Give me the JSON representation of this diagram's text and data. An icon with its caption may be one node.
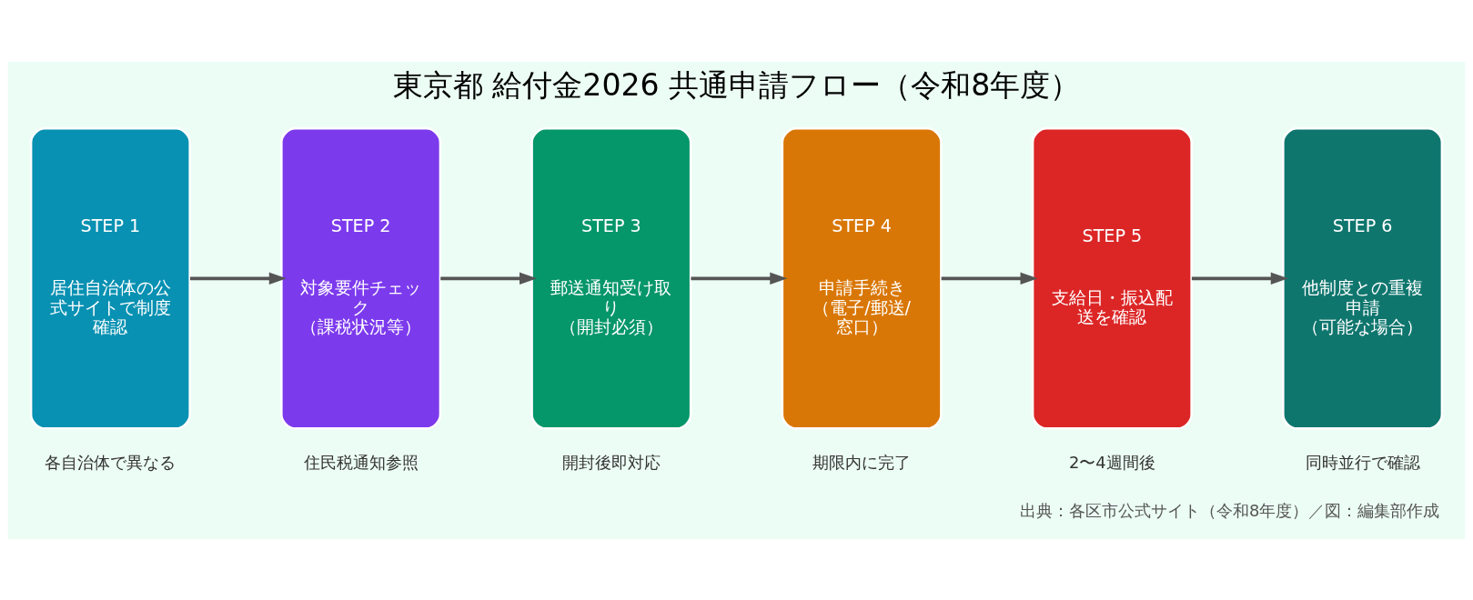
{
  "diagram": {
    "title": "東京都 給付金2026 共通申請フロー（令和8年度）",
    "nodes": [
      {
        "text": [
          "STEP 1",
          "居住自治体の公式サイトで制度確認"
        ],
        "beside": [
          "各自治体で異なる"
        ]
      },
      {
        "text": [
          "STEP 2",
          "対象要件チェック（課税状況等）"
        ],
        "beside": [
          "住民税通知参照"
        ]
      },
      {
        "text": [
          "STEP 3",
          "郵送通知受け取り（開封必須）"
        ],
        "beside": [
          "開封後即対応"
        ]
      },
      {
        "text": [
          "STEP 4",
          "申請手続き（電子/郵送/窓口）"
        ],
        "beside": [
          "期限内に完了"
        ]
      },
      {
        "text": [
          "STEP 5",
          "支給日・振込配送を確認"
        ],
        "beside": [
          "2〜4週間後"
        ]
      },
      {
        "text": [
          "STEP 6",
          "他制度との重複申請（可能な場合）"
        ],
        "beside": [
          "同時並行で確認"
        ]
      }
    ],
    "edges": [
      {
        "from": 0,
        "to": 1,
        "arrow": "to"
      },
      {
        "from": 1,
        "to": 2,
        "arrow": "to"
      },
      {
        "from": 2,
        "to": 3,
        "arrow": "to"
      },
      {
        "from": 3,
        "to": 4,
        "arrow": "to"
      },
      {
        "from": 4,
        "to": 5,
        "arrow": "to"
      }
    ],
    "labels": [
      "出典：各区市公式サイト（令和8年度）／図：編集部作成"
    ]
  }
}
